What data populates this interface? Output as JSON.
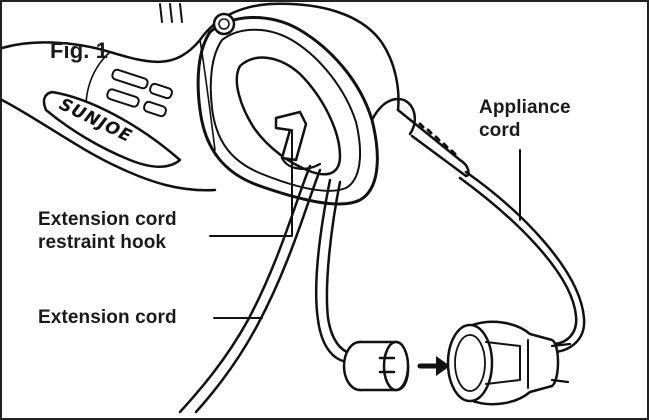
{
  "figure": {
    "label": "Fig. 1",
    "brand_logo": "SUNJOE"
  },
  "callouts": {
    "restraint_hook": [
      "Extension cord",
      "restraint hook"
    ],
    "extension_cord": "Extension cord",
    "appliance_cord": [
      "Appliance",
      "cord"
    ]
  },
  "colors": {
    "line": "#111111",
    "background": "#ffffff",
    "arrow": "#111111"
  }
}
